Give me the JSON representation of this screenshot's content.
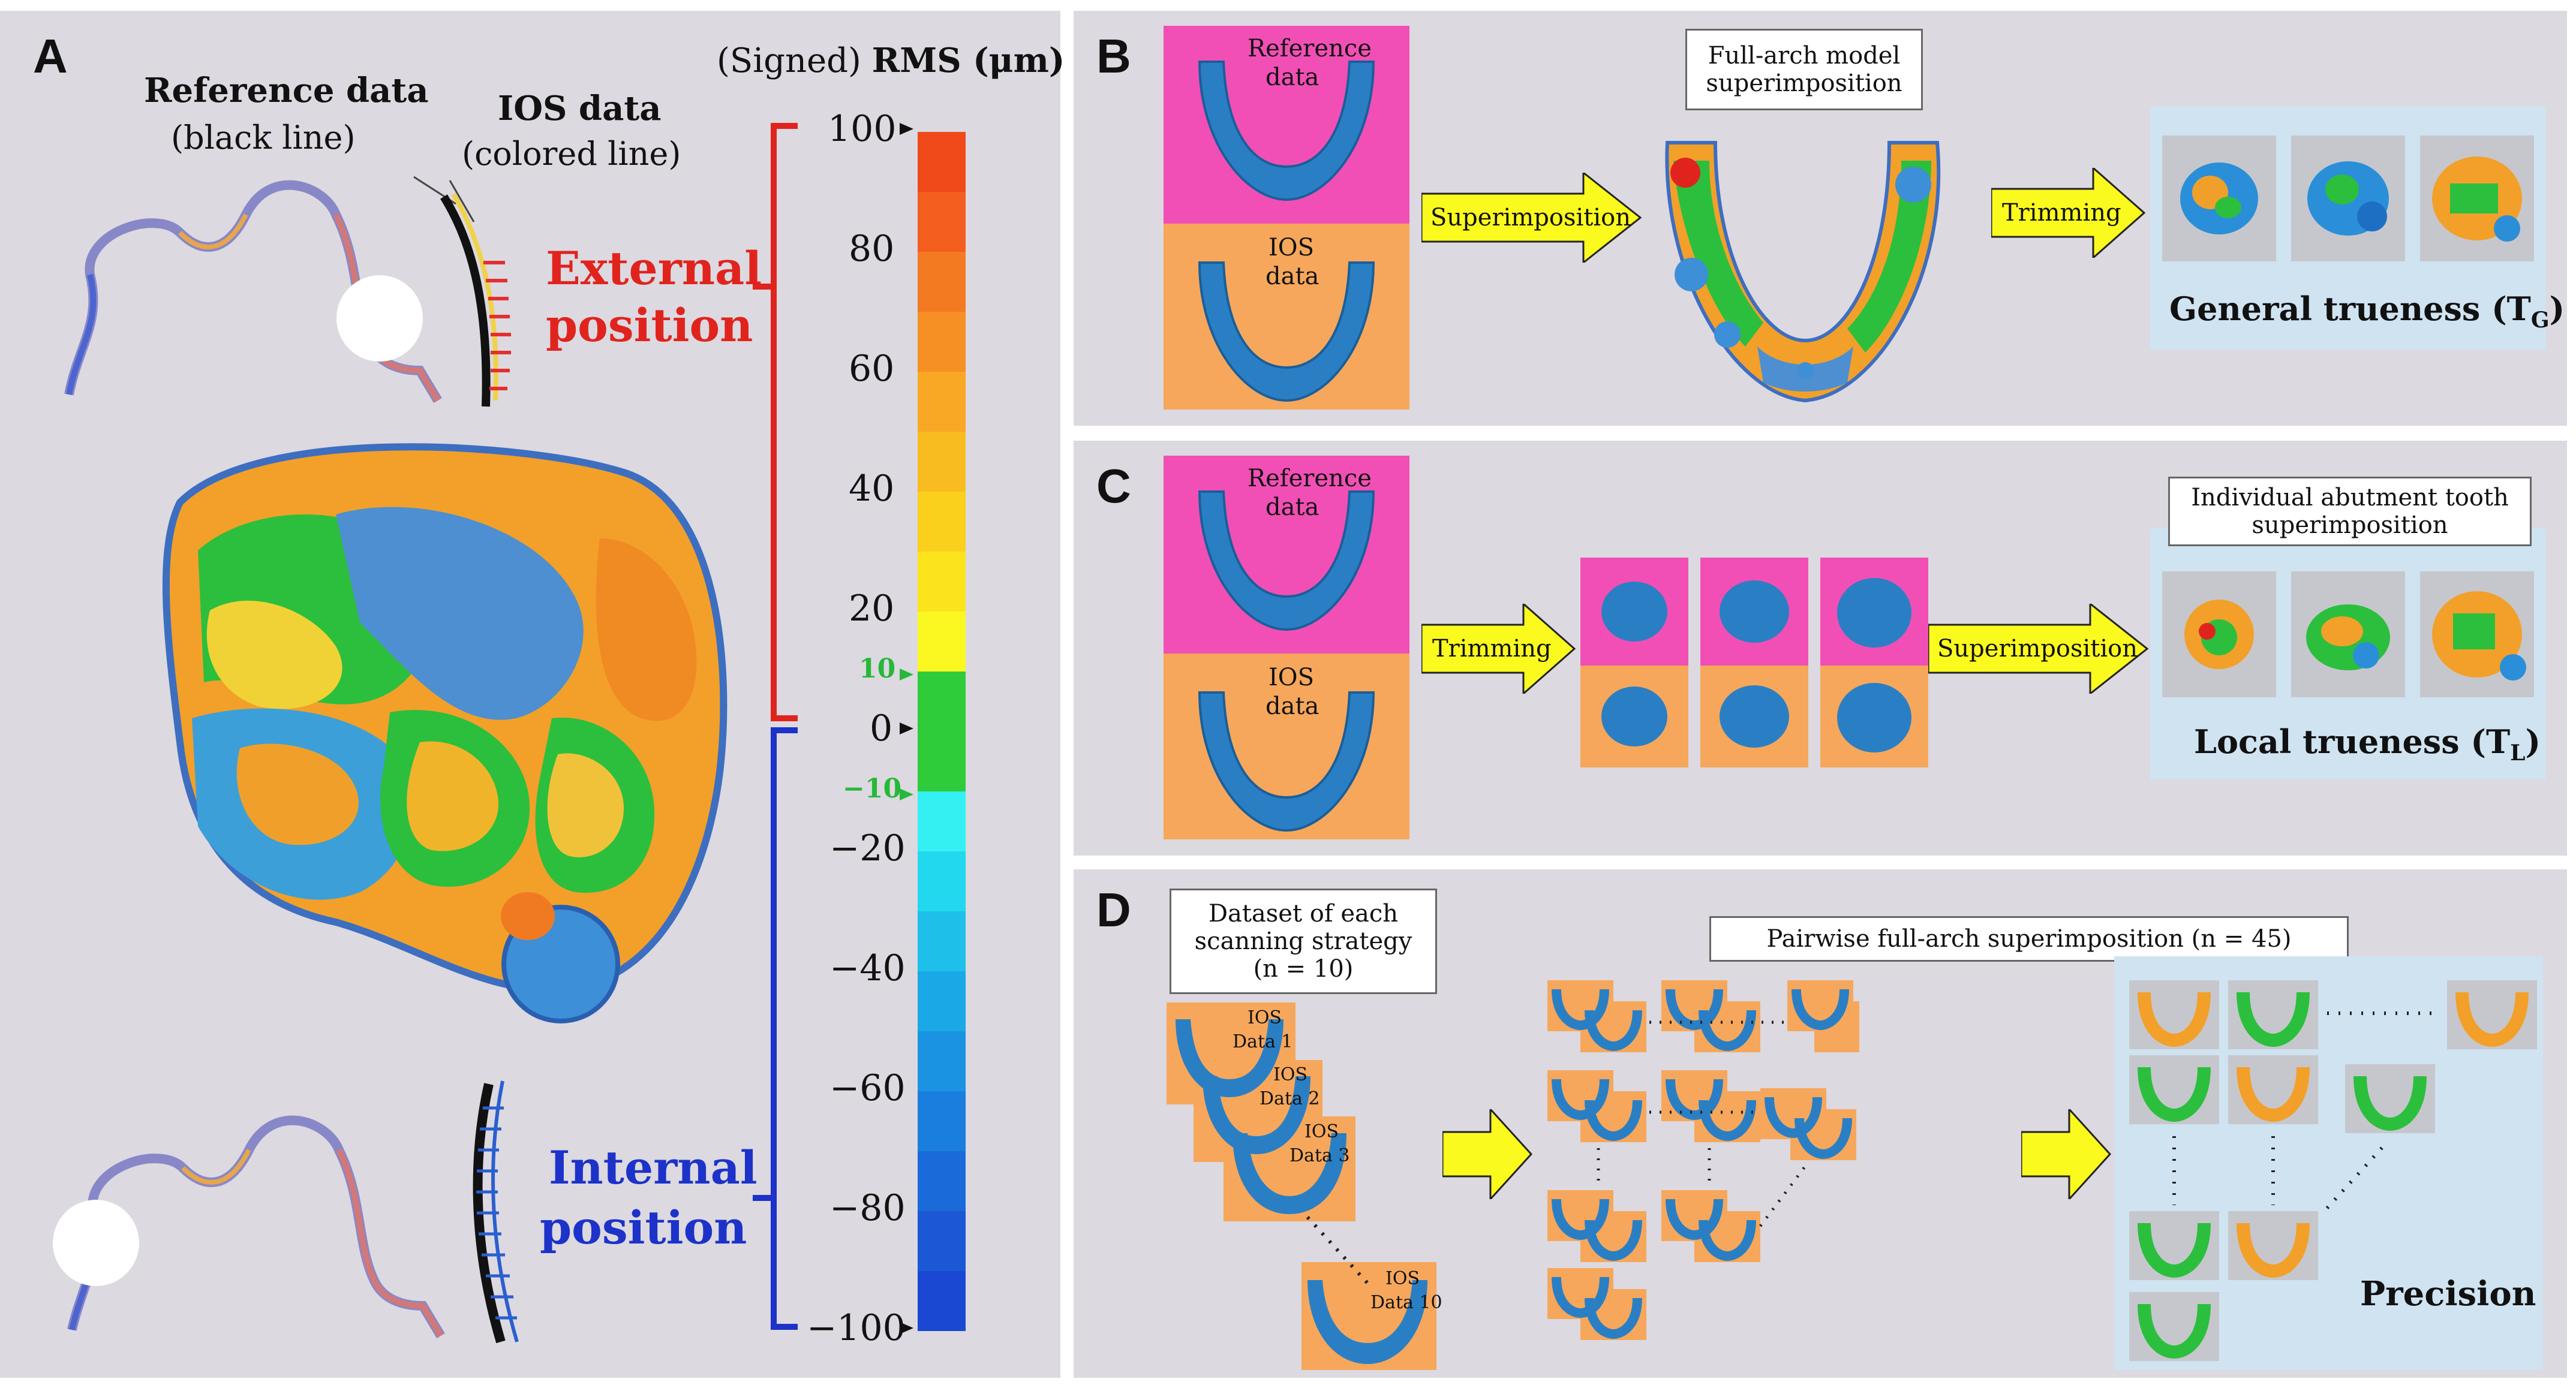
{
  "panelA": {
    "label": "A",
    "ref_title": "Reference data",
    "ref_sub": "(black line)",
    "ios_title": "IOS data",
    "ios_sub": "(colored line)",
    "rms_prefix": "(Signed) ",
    "rms_bold": "RMS (μm)",
    "external_l1": "External",
    "external_l2": "position",
    "internal_l1": "Internal",
    "internal_l2": "position",
    "scale_ticks": [
      "100",
      "80",
      "60",
      "40",
      "20",
      "0",
      "−20",
      "−40",
      "−60",
      "−80",
      "−100"
    ],
    "tick_10": "10",
    "tick_m10": "−10",
    "colors": {
      "external": "#e0241d",
      "internal": "#1c32c8",
      "green": "#27b83a"
    }
  },
  "panelB": {
    "label": "B",
    "ref_data": [
      "Reference",
      "data"
    ],
    "ios_data": [
      "IOS",
      "data"
    ],
    "arrow1": "Superimposition",
    "box": [
      "Full-arch model",
      "superimposition"
    ],
    "arrow2": "Trimming",
    "result_main": "General trueness (T",
    "result_sub": "G",
    "result_end": ")"
  },
  "panelC": {
    "label": "C",
    "ref_data": [
      "Reference",
      "data"
    ],
    "ios_data": [
      "IOS",
      "data"
    ],
    "arrow1": "Trimming",
    "arrow2": "Superimposition",
    "box": [
      "Individual abutment tooth",
      "superimposition"
    ],
    "result_main": "Local trueness (T",
    "result_sub": "L",
    "result_end": ")"
  },
  "panelD": {
    "label": "D",
    "dataset_box": [
      "Dataset of each",
      "scanning strategy",
      "(n = 10)"
    ],
    "pairwise_box": "Pairwise full-arch superimposition (n = 45)",
    "stack": [
      [
        "IOS",
        "Data 1"
      ],
      [
        "IOS",
        "Data 2"
      ],
      [
        "IOS",
        "Data 3"
      ],
      [
        "IOS",
        "Data 10"
      ]
    ],
    "precision": "Precision"
  }
}
